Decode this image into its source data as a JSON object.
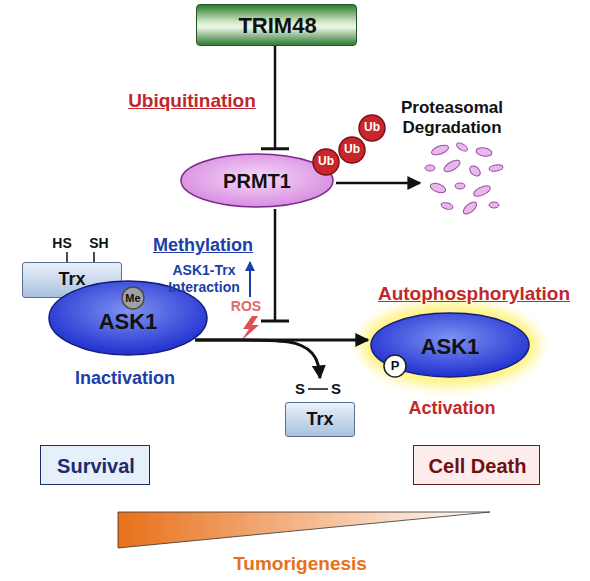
{
  "diagram": {
    "nodes": [
      {
        "text": [
          "TRIM48"
        ]
      },
      {
        "text": [
          "PRMT1"
        ]
      },
      {
        "text": [
          "Ub"
        ]
      },
      {
        "text": [
          "Ub"
        ]
      },
      {
        "text": [
          "Ub"
        ]
      },
      {
        "text": [
          "HS",
          "SH",
          "Trx"
        ]
      },
      {
        "text": [
          "ASK1"
        ]
      },
      {
        "text": [
          "Me"
        ],
        "in": 6
      },
      {
        "text": [
          "ASK1"
        ]
      },
      {
        "text": [
          "P"
        ],
        "in": 8
      },
      {
        "text": [
          "S",
          "S",
          "Trx"
        ]
      },
      {
        "text": [
          "Survival"
        ]
      },
      {
        "text": [
          "Cell Death"
        ]
      }
    ],
    "edges": [
      {
        "from": 0,
        "to": 1,
        "arrow": "to"
      },
      {
        "from": 6,
        "to": 8,
        "arrow": "to"
      },
      {
        "from": 6,
        "to": 10,
        "arrow": "to"
      }
    ],
    "labels": [
      "Ubiquitination",
      "Proteasomal Degradation",
      "Methylation",
      "ASK1-Trx Interaction",
      "ROS",
      "Autophosphorylation",
      "Inactivation",
      "Activation",
      "Tumorigenesis"
    ]
  }
}
